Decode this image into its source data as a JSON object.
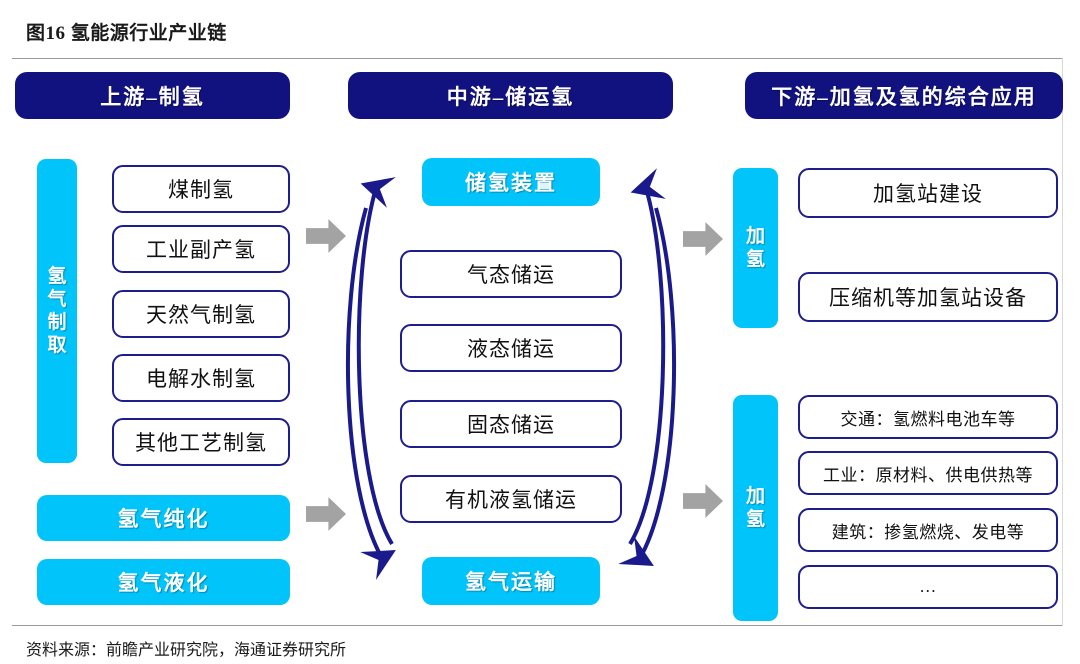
{
  "figure": {
    "number_label": "图16",
    "title": "图16 氢能源行业产业链",
    "source": "资料来源：前瞻产业研究院，海通证券研究所"
  },
  "colors": {
    "banner_navy": "#11117f",
    "box_border_navy": "#1d1d8e",
    "cyan": "#00c4fa",
    "arrow_gray": "#a3a3a3",
    "arc_navy": "#1a1a8c",
    "rule_gray": "#9a9a9a",
    "text_dark": "#111111"
  },
  "banners": {
    "upstream": "上游–制氢",
    "midstream": "中游–储运氢",
    "downstream": "下游–加氢及氢的综合应用"
  },
  "upstream": {
    "sidebar_label": "氢气制取",
    "sidebar_chars": [
      "氢",
      "气",
      "制",
      "取"
    ],
    "items": [
      "煤制氢",
      "工业副产氢",
      "天然气制氢",
      "电解水制氢",
      "其他工艺制氢"
    ],
    "cyan_items": [
      "氢气纯化",
      "氢气液化"
    ]
  },
  "midstream": {
    "top_cyan": "储氢装置",
    "bottom_cyan": "氢气运输",
    "items": [
      "气态储运",
      "液态储运",
      "固态储运",
      "有机液氢储运"
    ]
  },
  "downstream": {
    "refuel_top": {
      "sidebar_label": "加氢",
      "sidebar_chars": [
        "加",
        "氢"
      ],
      "items": [
        "加氢站建设",
        "压缩机等加氢站设备"
      ]
    },
    "refuel_bottom": {
      "sidebar_label": "加氢",
      "sidebar_chars": [
        "加",
        "氢"
      ],
      "items": [
        "交通：氢燃料电池车等",
        "工业：原材料、供电供热等",
        "建筑：掺氢燃烧、发电等",
        "…"
      ]
    }
  },
  "connectors": {
    "gray_arrows_count": 4,
    "arc_arrows": [
      "left-arc-up-down",
      "right-arc-up-down"
    ]
  }
}
